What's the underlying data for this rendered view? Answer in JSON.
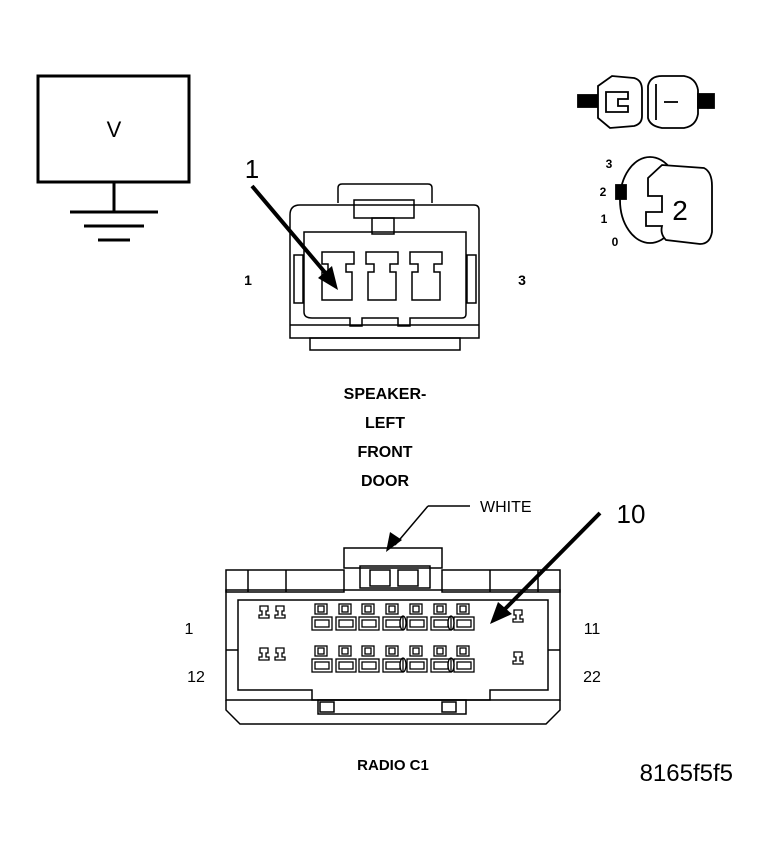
{
  "voltmeter": {
    "symbol": "V"
  },
  "callouts": {
    "speaker_cavity": "1",
    "radio_cavity": "10"
  },
  "pin_indicator": {
    "positions": [
      "3",
      "2",
      "1",
      "0"
    ],
    "position_arrow": "2"
  },
  "speaker_connector": {
    "pin_left": "1",
    "pin_right": "3",
    "name_lines": [
      "SPEAKER-",
      "LEFT",
      "FRONT",
      "DOOR"
    ]
  },
  "radio_connector": {
    "color": "WHITE",
    "pin_top_left": "1",
    "pin_top_right": "11",
    "pin_bottom_left": "12",
    "pin_bottom_right": "22",
    "name": "RADIO C1"
  },
  "figure_id": "8165f5f5"
}
